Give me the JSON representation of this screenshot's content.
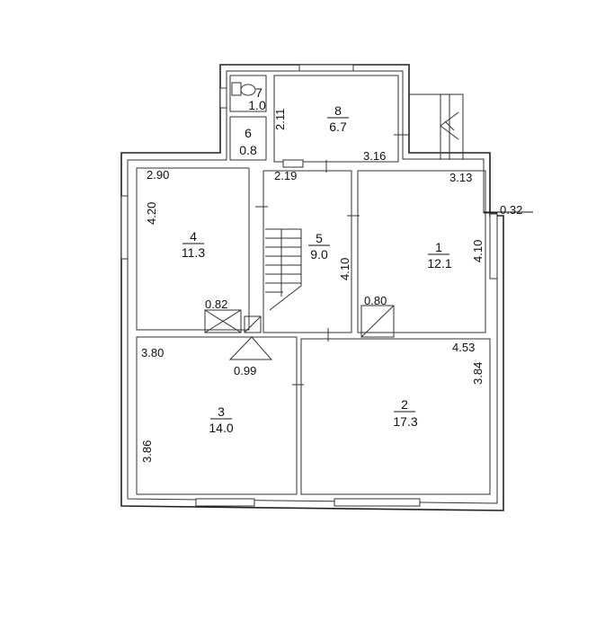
{
  "rooms": [
    {
      "id": "1",
      "area": "12.1"
    },
    {
      "id": "2",
      "area": "17.3"
    },
    {
      "id": "3",
      "area": "14.0"
    },
    {
      "id": "4",
      "area": "11.3"
    },
    {
      "id": "5",
      "area": "9.0"
    },
    {
      "id": "6",
      "area": "0.8"
    },
    {
      "id": "7",
      "area": "1.0"
    },
    {
      "id": "8",
      "area": "6.7"
    }
  ],
  "dimensions": {
    "d_290": "2.90",
    "d_420": "4.20",
    "d_219": "2.19",
    "d_211": "2.11",
    "d_316": "3.16",
    "d_313": "3.13",
    "d_032": "0.32",
    "d_410a": "4.10",
    "d_410b": "4.10",
    "d_082": "0.82",
    "d_080": "0.80",
    "d_380": "3.80",
    "d_099": "0.99",
    "d_453": "4.53",
    "d_384": "3.84",
    "d_386": "3.86"
  }
}
